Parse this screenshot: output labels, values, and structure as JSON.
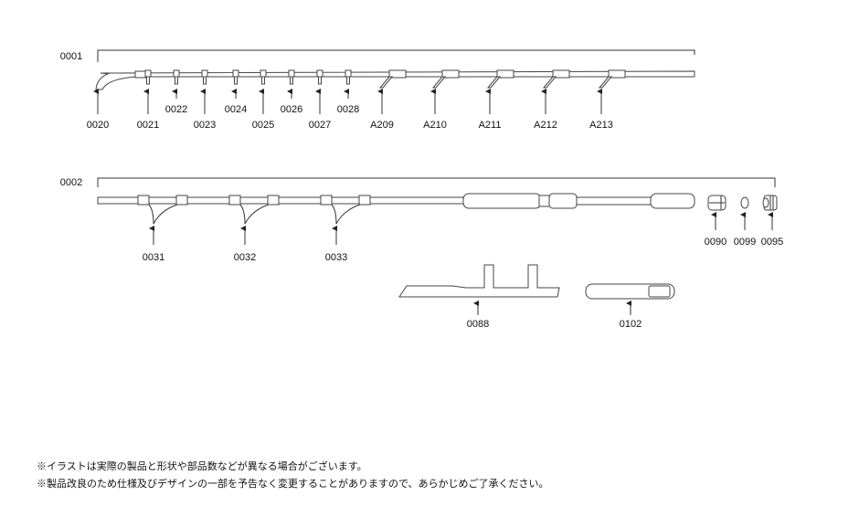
{
  "section1": {
    "label": "0001",
    "parts": [
      "0020",
      "0021",
      "0022",
      "0023",
      "0024",
      "0025",
      "0026",
      "0027",
      "0028",
      "A209",
      "A210",
      "A211",
      "A212",
      "A213"
    ]
  },
  "section2": {
    "label": "0002",
    "parts": [
      "0031",
      "0032",
      "0033",
      "0090",
      "0099",
      "0095"
    ]
  },
  "accessories": [
    "0088",
    "0102"
  ],
  "notes": [
    "※イラストは実際の製品と形状や部品数などが異なる場合がございます。",
    "※製品改良のため仕様及びデザインの一部を予告なく変更することがありますので、あらかじめご了承ください。"
  ]
}
